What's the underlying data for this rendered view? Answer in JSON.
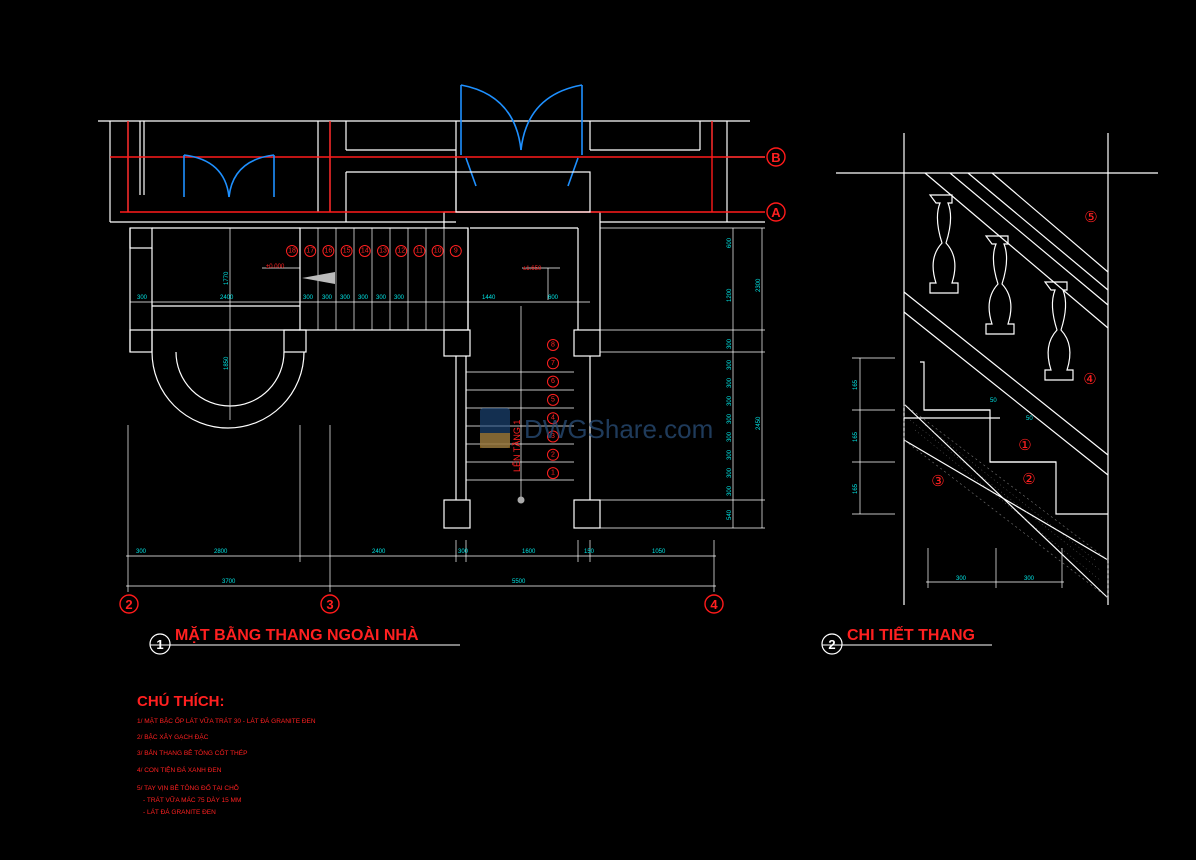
{
  "plan": {
    "title": "MẶT BẰNG THANG NGOÀI NHÀ",
    "number": "1",
    "grid_axes": [
      "2",
      "3",
      "4"
    ],
    "row_axes": [
      "B",
      "A"
    ],
    "level_left": "±0.000",
    "level_right": "±1.650",
    "stair_label": "LÊN TẦNG 1",
    "upper_steps": [
      "18",
      "17",
      "16",
      "15",
      "14",
      "13",
      "12",
      "11",
      "10",
      "9"
    ],
    "lower_steps": [
      "8",
      "7",
      "6",
      "5",
      "4",
      "3",
      "2",
      "1"
    ],
    "dims_bottom_top": [
      "300",
      "2800",
      "2400",
      "300",
      "1600",
      "150",
      "1050"
    ],
    "dims_bottom_total": [
      "3700",
      "5500"
    ],
    "dims_mid": [
      "300",
      "2400",
      "300",
      "300",
      "300",
      "300",
      "300",
      "300",
      "1440",
      "600"
    ],
    "dims_right": [
      "600",
      "1200",
      "300",
      "300",
      "300",
      "300",
      "300",
      "300",
      "300",
      "300",
      "300",
      "540"
    ],
    "dims_right_total": [
      "2300",
      "2450"
    ],
    "dims_left_v": [
      "1770",
      "1850"
    ]
  },
  "detail": {
    "title": "CHI TIẾT THANG",
    "number": "2",
    "callouts": [
      "①",
      "②",
      "③",
      "④",
      "⑤"
    ],
    "dims_left": [
      "165",
      "165",
      "165"
    ],
    "dims_bottom": [
      "300",
      "300"
    ],
    "dims_small": [
      "50",
      "50"
    ]
  },
  "notes": {
    "heading": "CHÚ THÍCH:",
    "items": [
      "1/ MẶT BẬC ỐP LÁT VỮA TRÁT 30 - LÁT ĐÁ GRANITE ĐEN",
      "2/ BẬC XÂY GẠCH ĐẶC",
      "3/ BẢN THANG BÊ TÔNG CỐT THÉP",
      "4/ CON TIỆN ĐÁ XANH ĐEN",
      "5/ TAY VỊN BÊ TÔNG ĐỔ TẠI CHỖ",
      "- TRÁT VỮA MÁC 75 DÀY 15 MM",
      "- LÁT ĐÁ GRANITE ĐEN"
    ]
  },
  "watermark": "DWGShare.com",
  "colors": {
    "background": "#000000",
    "line": "#ffffff",
    "accent_red": "#ff2020",
    "door_blue": "#1e90ff",
    "dimension_cyan": "#00e5e5"
  }
}
